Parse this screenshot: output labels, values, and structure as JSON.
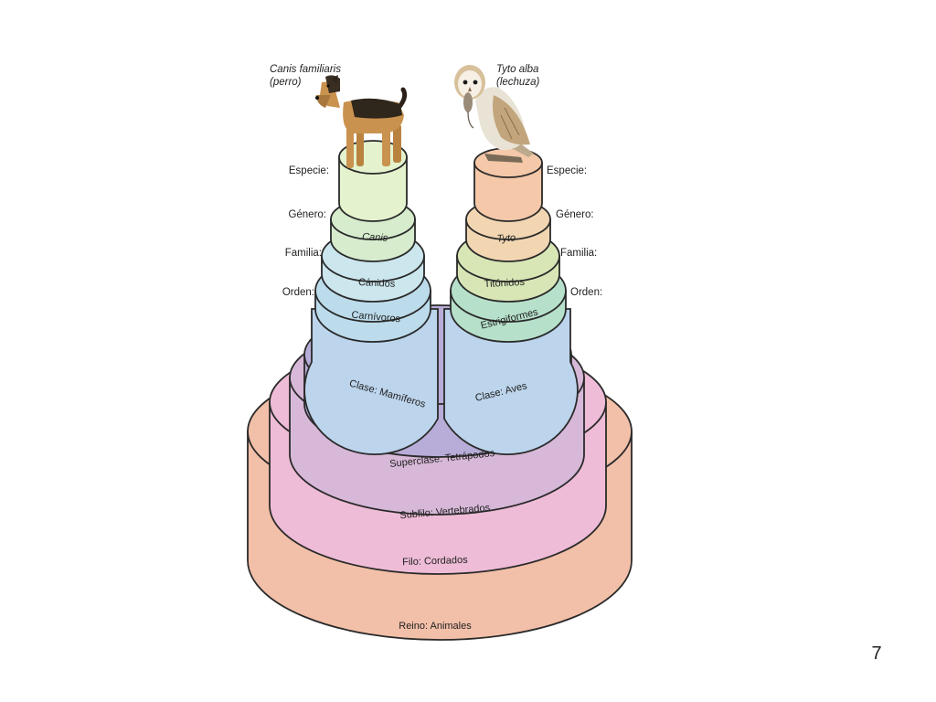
{
  "dog": {
    "species_name": "Canis familiaris",
    "common_name": "(perro)",
    "ranks": {
      "especie": "Especie:",
      "genero": "Género:",
      "familia": "Familia:",
      "orden": "Orden:"
    },
    "taxa": {
      "genero": "Canis",
      "familia": "Cánidos",
      "orden": "Carnívoros",
      "clase": "Clase: Mamíferos"
    }
  },
  "owl": {
    "species_name": "Tyto alba",
    "common_name": "(lechuza)",
    "ranks": {
      "especie": "Especie:",
      "genero": "Género:",
      "familia": "Familia:",
      "orden": "Orden:"
    },
    "taxa": {
      "genero": "Tyto",
      "familia": "Titónidos",
      "orden": "Estrigiformes",
      "clase": "Clase: Aves"
    }
  },
  "shared": {
    "superclase": "Superclase: Tetrápodos",
    "subfilo": "Subfilo: Vertebrados",
    "filo": "Filo: Cordados",
    "reino": "Reino: Animales"
  },
  "page_number": "7",
  "colors": {
    "reino": "#f2bfa8",
    "filo": "#eebcd6",
    "subfilo": "#d7b8d8",
    "superclase": "#b8acd8",
    "clase": "#bcd4ec",
    "dog_orden": "#bcdcec",
    "dog_familia": "#cce6ee",
    "dog_genero": "#d6eccd",
    "dog_especie": "#e4f2cd",
    "owl_orden": "#b6e0ca",
    "owl_familia": "#d8e6b6",
    "owl_genero": "#f2d6b2",
    "owl_especie": "#f4c8a8"
  }
}
